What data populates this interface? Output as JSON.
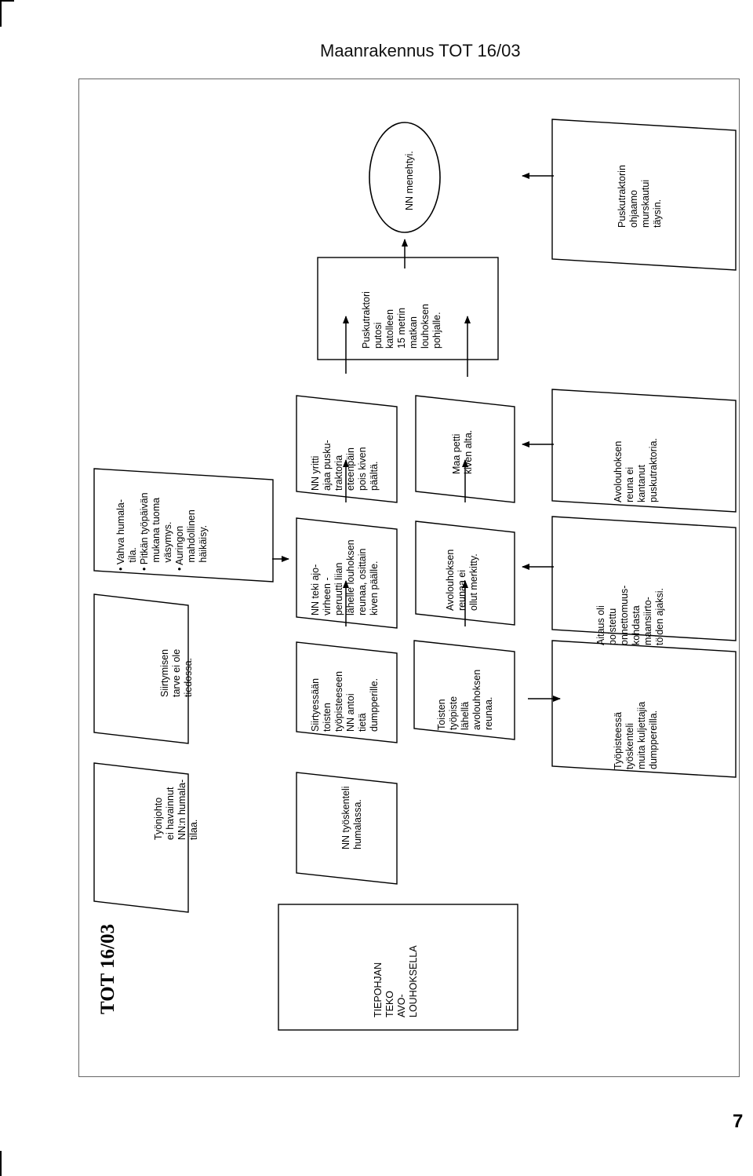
{
  "header": {
    "title": "Maanrakennus TOT 16/03"
  },
  "page_number": "7",
  "diagram": {
    "report_id": "TOT 16/03",
    "nodes": [
      {
        "id": "task",
        "lines": [
          "TIEPOHJAN",
          "TEKO",
          "AVO-",
          "LOUHOKSELLA"
        ]
      },
      {
        "id": "sup1",
        "lines": [
          "Työnjohto",
          "ei havainnut",
          "NN:n humala-",
          "tilaa."
        ]
      },
      {
        "id": "sup2",
        "lines": [
          "Siirtymisen",
          "tarve ei ole",
          "tiedossa."
        ]
      },
      {
        "id": "sup3",
        "lines": [
          "• Vahva humala-",
          "  tila.",
          "• Pitkän työpäivän",
          "  mukana tuoma",
          "  väsymys.",
          "• Auringon",
          "  mahdollinen",
          "  häikäisy."
        ]
      },
      {
        "id": "r1a",
        "lines": [
          "NN työskenteli",
          "humalassa."
        ]
      },
      {
        "id": "r1b",
        "lines": [
          "Siirtyessään",
          "toisten",
          "työpisteeseen",
          "NN antoi",
          "tietä",
          "dumpperille."
        ]
      },
      {
        "id": "r1c",
        "lines": [
          "NN teki ajo-",
          "virheen -",
          "peruutti liian",
          "lähelle louhoksen",
          "reunaa, osittain",
          "kiven päälle."
        ]
      },
      {
        "id": "r1d",
        "lines": [
          "NN yritti",
          "ajaa pusku-",
          "traktoria",
          "eteenpäin",
          "pois kiven",
          "päältä."
        ]
      },
      {
        "id": "event",
        "lines": [
          "Puskutraktori",
          "putosi",
          "katolleen",
          "15 metrin",
          "matkan",
          "louhoksen",
          "pohjalle."
        ]
      },
      {
        "id": "death",
        "lines": [
          "NN menehtyi."
        ]
      },
      {
        "id": "r2a",
        "lines": [
          "Toisten",
          "työpiste",
          "lähellä",
          "avolouhoksen",
          "reunaa."
        ]
      },
      {
        "id": "r2b",
        "lines": [
          "Avolouhoksen",
          "reunaa ei",
          "ollut merkitty."
        ]
      },
      {
        "id": "r2c",
        "lines": [
          "Maa petti",
          "kiven alta."
        ]
      },
      {
        "id": "r3a",
        "lines": [
          "Työpisteessä",
          "työskenteli",
          "muita kuljettajia",
          "dumppereilla."
        ]
      },
      {
        "id": "r3b",
        "lines": [
          "Aitaus oli",
          "poistettu",
          "onnettomuus-",
          "kohdasta",
          "maansiirto-",
          "töiden ajaksi."
        ]
      },
      {
        "id": "r3c",
        "lines": [
          "Avolouhoksen",
          "reuna ei",
          "kantanut",
          "puskutraktoria."
        ]
      },
      {
        "id": "dmg",
        "lines": [
          "Puskutraktorin",
          "ohjaamo",
          "murskautui",
          "täysin."
        ]
      }
    ]
  }
}
